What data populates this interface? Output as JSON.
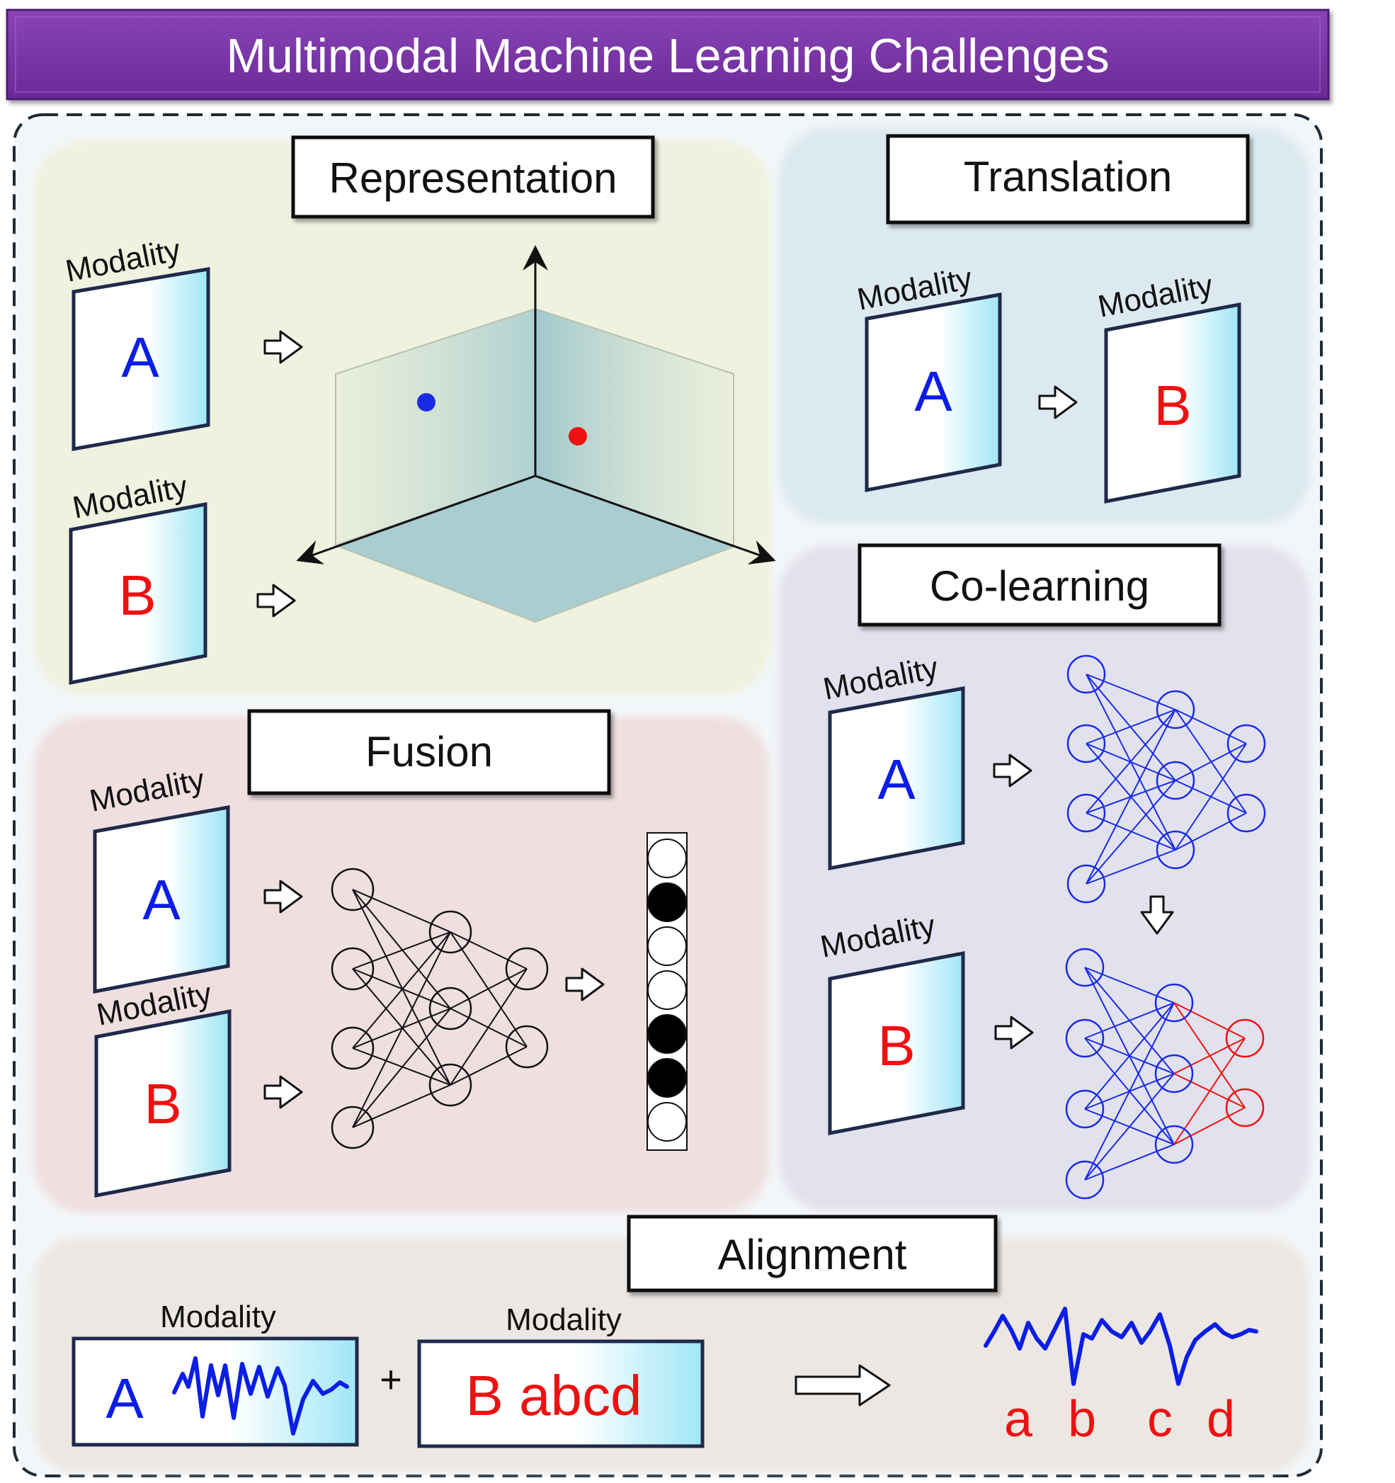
{
  "title": "Multimodal Machine Learning Challenges",
  "colors": {
    "banner": "#7a35a8",
    "modality_a": "#0a1ee6",
    "modality_b": "#ee1111",
    "panel_representation": "#eef2de",
    "panel_translation": "#dce9f0",
    "panel_fusion": "#efdfe0",
    "panel_colearning": "#e2e2ee",
    "panel_alignment": "#ece7e3"
  },
  "sections": {
    "representation": {
      "label": "Representation",
      "card_a": {
        "caption": "Modality",
        "letter": "A"
      },
      "card_b": {
        "caption": "Modality",
        "letter": "B"
      }
    },
    "translation": {
      "label": "Translation",
      "card_a": {
        "caption": "Modality",
        "letter": "A"
      },
      "card_b": {
        "caption": "Modality",
        "letter": "B"
      }
    },
    "fusion": {
      "label": "Fusion",
      "card_a": {
        "caption": "Modality",
        "letter": "A"
      },
      "card_b": {
        "caption": "Modality",
        "letter": "B"
      }
    },
    "colearning": {
      "label": "Co-learning",
      "card_a": {
        "caption": "Modality",
        "letter": "A"
      },
      "card_b": {
        "caption": "Modality",
        "letter": "B"
      }
    },
    "alignment": {
      "label": "Alignment",
      "box_a": {
        "caption": "Modality",
        "letter": "A"
      },
      "plus": "+",
      "box_b": {
        "caption": "Modality",
        "text": "B abcd"
      },
      "aligned_letters": [
        "a",
        "b",
        "c",
        "d"
      ]
    }
  }
}
